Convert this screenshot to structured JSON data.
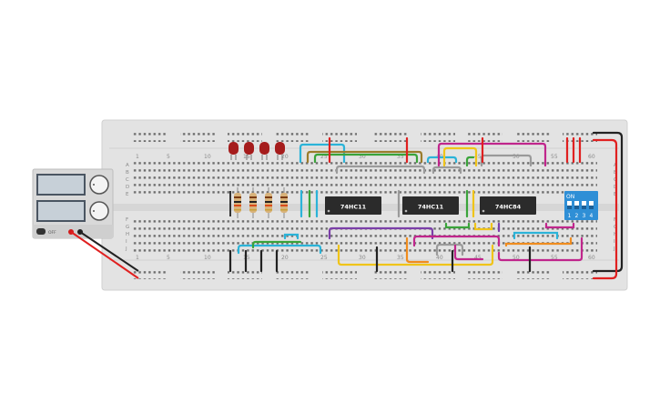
{
  "breadboard": {
    "column_numbers": [
      "1",
      "5",
      "10",
      "15",
      "20",
      "25",
      "30",
      "35",
      "40",
      "45",
      "50",
      "55",
      "60"
    ],
    "row_letters_top": [
      "A",
      "B",
      "C",
      "D",
      "E"
    ],
    "row_letters_bottom": [
      "F",
      "G",
      "H",
      "I",
      "J"
    ]
  },
  "chips": [
    {
      "label": "74HC11"
    },
    {
      "label": "74HC11"
    },
    {
      "label": "74HC84"
    }
  ],
  "dip_switch": {
    "label": "ON",
    "numbers": [
      "1",
      "2",
      "3",
      "4"
    ]
  },
  "power_supply": {
    "button_label": "OFF"
  },
  "colors": {
    "board": "#e3e3e3",
    "chip": "#2b2b2b",
    "dip": "#2f8fd6",
    "led": "#a51c1c",
    "wire_red": "#e02020",
    "wire_black": "#222222"
  }
}
